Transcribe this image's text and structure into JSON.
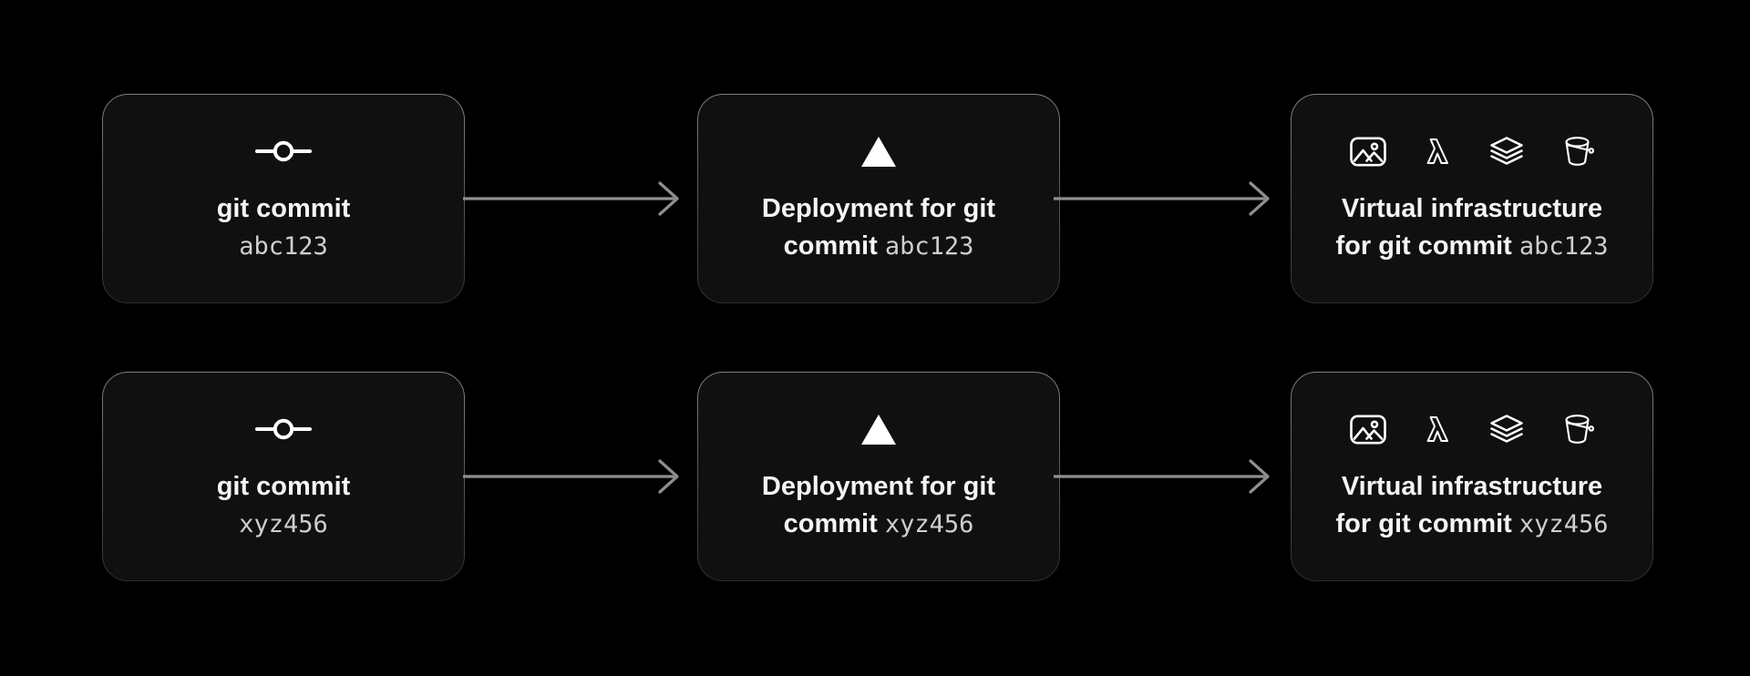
{
  "colors": {
    "background": "#000000",
    "card-bg": "#101010",
    "card-border-top": "#828282",
    "card-border-bottom": "#2e2e2e",
    "arrow": "#8f8f8f",
    "title": "#f5f5f5",
    "hash": "#cfcfcf",
    "icon": "#ffffff"
  },
  "rows": [
    {
      "commit_id": "abc123",
      "cards": [
        {
          "icon": "git-commit-icon",
          "title": "git commit",
          "hash": "abc123"
        },
        {
          "icon": "vercel-triangle-icon",
          "title_line1": "Deployment for git",
          "title_line2": "commit",
          "hash": "abc123"
        },
        {
          "icons": [
            "image-icon",
            "lambda-icon",
            "layers-icon",
            "bucket-icon"
          ],
          "title_line1": "Virtual infrastructure",
          "title_line2": "for git commit",
          "hash": "abc123"
        }
      ]
    },
    {
      "commit_id": "xyz456",
      "cards": [
        {
          "icon": "git-commit-icon",
          "title": "git commit",
          "hash": "xyz456"
        },
        {
          "icon": "vercel-triangle-icon",
          "title_line1": "Deployment for git",
          "title_line2": "commit",
          "hash": "xyz456"
        },
        {
          "icons": [
            "image-icon",
            "lambda-icon",
            "layers-icon",
            "bucket-icon"
          ],
          "title_line1": "Virtual infrastructure",
          "title_line2": "for git commit",
          "hash": "xyz456"
        }
      ]
    }
  ]
}
